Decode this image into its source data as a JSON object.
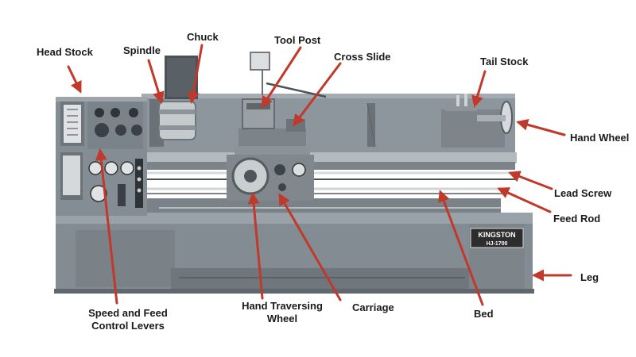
{
  "labels": {
    "head_stock": "Head Stock",
    "spindle": "Spindle",
    "chuck": "Chuck",
    "tool_post": "Tool Post",
    "cross_slide": "Cross Slide",
    "tail_stock": "Tail Stock",
    "hand_wheel": "Hand Wheel",
    "lead_screw": "Lead Screw",
    "feed_rod": "Feed Rod",
    "leg": "Leg",
    "bed": "Bed",
    "carriage": "Carriage",
    "hand_traversing_wheel_line1": "Hand Traversing",
    "hand_traversing_wheel_line2": "Wheel",
    "speed_feed_levers_line1": "Speed and Feed",
    "speed_feed_levers_line2": "Control Levers"
  },
  "nameplate": {
    "brand": "KINGSTON",
    "model": "HJ-1700"
  },
  "colors": {
    "arrow": "#c0392b",
    "machine_body": "#8c949c",
    "machine_dark": "#5d656c",
    "label_text": "#1a1a1a"
  }
}
